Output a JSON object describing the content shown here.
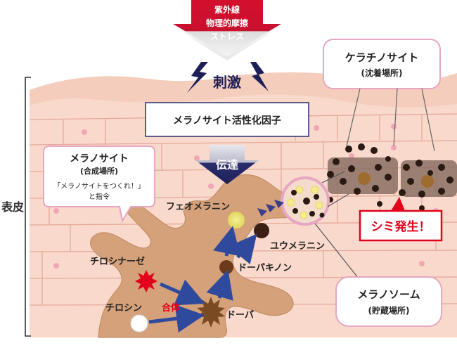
{
  "top_arrow": {
    "line1": "紫外線",
    "line2": "物理的摩擦",
    "line3": "ストレス"
  },
  "stimulus": "刺激",
  "activation_box": "メラノサイト活性化因子",
  "transmission": "伝達",
  "melanocyte_bubble": {
    "title": "メラノサイト",
    "subtitle": "(合成場所)",
    "quote": "「メラノサイトをつくれ！」",
    "command": "と指令"
  },
  "keratinocyte_bubble": {
    "title": "ケラチノサイト",
    "subtitle": "(沈着場所)"
  },
  "melanosome_bubble": {
    "title": "メラノソーム",
    "subtitle": "(貯蔵場所)"
  },
  "stain_label": "シミ発生！",
  "epidermis_label": "表皮",
  "process": {
    "tyrosine": "チロシン",
    "tyrosinase": "チロシナーゼ",
    "combine": "合体",
    "dopa": "ドーパ",
    "dopaquinone": "ドーパキノン",
    "eumelanin": "ユウメラニン",
    "pheomelanin": "フェオメラニン"
  },
  "colors": {
    "skin": "#f6d3c4",
    "skin_top": "#f8d9cb",
    "cell_line": "#e6a99a",
    "melanocyte": "#d4a17a",
    "arrow_red": "#c8102e",
    "arrow_navy": "#2b2e6d",
    "process_blue": "#2f4a9c",
    "accent_red": "#e2001a",
    "bubble_border": "#e7a6c3"
  }
}
